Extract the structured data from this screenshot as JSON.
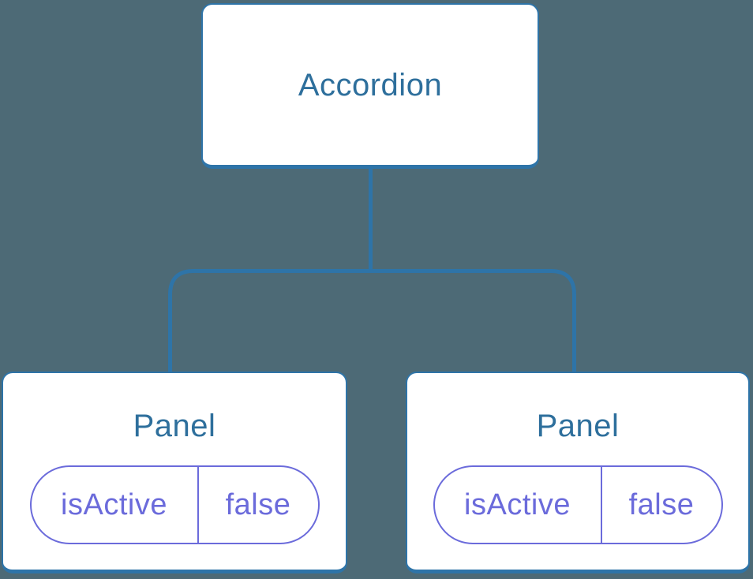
{
  "diagram": {
    "root": {
      "label": "Accordion"
    },
    "children": [
      {
        "label": "Panel",
        "state": {
          "key": "isActive",
          "value": "false"
        }
      },
      {
        "label": "Panel",
        "state": {
          "key": "isActive",
          "value": "false"
        }
      }
    ]
  },
  "colors": {
    "background": "#4d6a76",
    "node_fill": "#ffffff",
    "node_border": "#2e74a8",
    "node_label": "#2e6f9c",
    "connector": "#2e74a8",
    "state_accent": "#6b6bdb"
  }
}
